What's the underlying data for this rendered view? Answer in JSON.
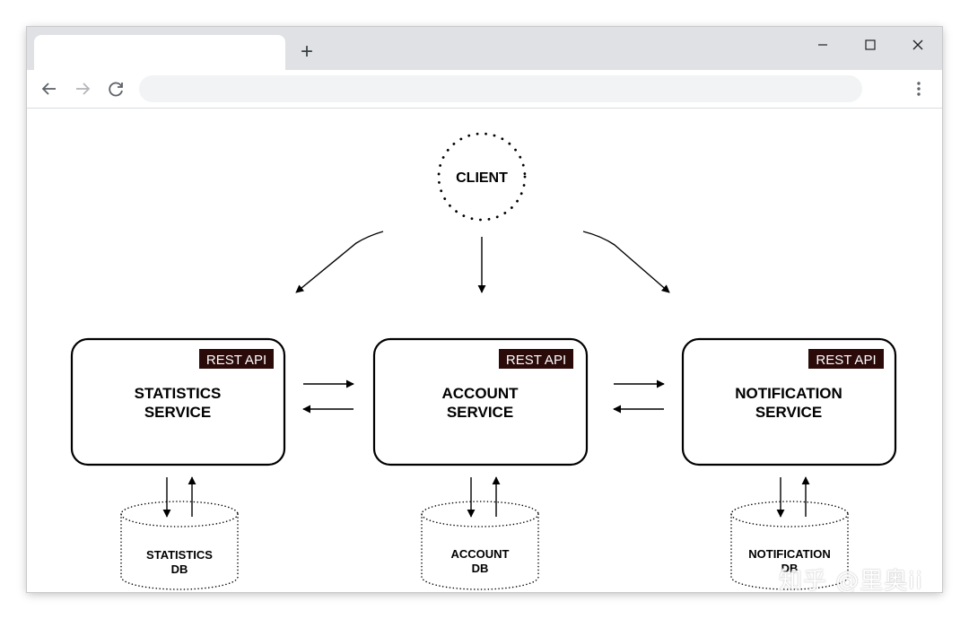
{
  "browser": {
    "tab_title": "",
    "new_tab_symbol": "+",
    "address_value": "",
    "icons": {
      "new_tab": "plus-icon",
      "minimize": "minimize-icon",
      "maximize": "maximize-icon",
      "close": "close-icon",
      "back": "arrow-left-icon",
      "forward": "arrow-right-icon",
      "reload": "reload-icon",
      "menu": "kebab-menu-icon"
    }
  },
  "diagram": {
    "client": {
      "label": "CLIENT"
    },
    "services": [
      {
        "line1": "STATISTICS",
        "line2": "SERVICE",
        "api": "REST API"
      },
      {
        "line1": "ACCOUNT",
        "line2": "SERVICE",
        "api": "REST API"
      },
      {
        "line1": "NOTIFICATION",
        "line2": "SERVICE",
        "api": "REST API"
      }
    ],
    "databases": [
      {
        "line1": "STATISTICS",
        "line2": "DB"
      },
      {
        "line1": "ACCOUNT",
        "line2": "DB"
      },
      {
        "line1": "NOTIFICATION",
        "line2": "DB"
      }
    ],
    "colors": {
      "api_badge": "#2b0a0a",
      "stroke": "#000000"
    }
  },
  "watermark": {
    "text": "知乎 @里奥ii"
  }
}
